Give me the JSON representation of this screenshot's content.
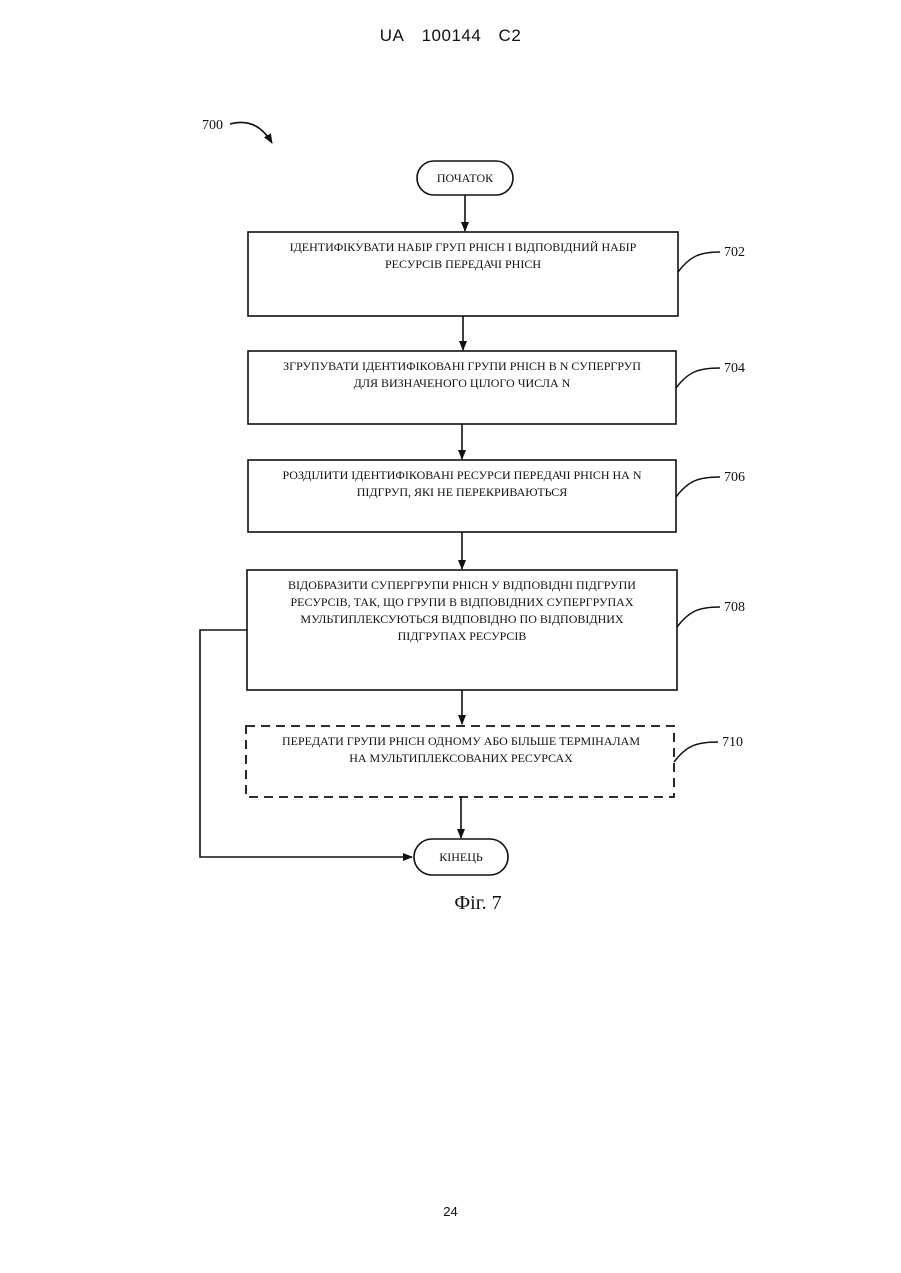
{
  "header": {
    "country": "UA",
    "number": "100144",
    "kind": "C2"
  },
  "diagram": {
    "figure_ref": "700",
    "start": "ПОЧАТОК",
    "end": "КІНЕЦЬ",
    "steps": [
      {
        "ref": "702",
        "lines": [
          "ІДЕНТИФІКУВАТИ НАБІР ГРУП PHICH І ВІДПОВІДНИЙ НАБІР",
          "РЕСУРСІВ ПЕРЕДАЧІ PHICH"
        ]
      },
      {
        "ref": "704",
        "lines": [
          "ЗГРУПУВАТИ ІДЕНТИФІКОВАНІ ГРУПИ PHICH В N СУПЕРГРУП",
          "ДЛЯ ВИЗНАЧЕНОГО ЦІЛОГО ЧИСЛА N"
        ]
      },
      {
        "ref": "706",
        "lines": [
          "РОЗДІЛИТИ ІДЕНТИФІКОВАНІ РЕСУРСИ ПЕРЕДАЧІ PHICH НА N",
          "ПІДГРУП, ЯКІ НЕ ПЕРЕКРИВАЮТЬСЯ"
        ]
      },
      {
        "ref": "708",
        "lines": [
          "ВІДОБРАЗИТИ СУПЕРГРУПИ PHICH У ВІДПОВІДНІ ПІДГРУПИ",
          "РЕСУРСІВ, ТАК, ЩО ГРУПИ В ВІДПОВІДНИХ СУПЕРГРУПАХ",
          "МУЛЬТИПЛЕКСУЮТЬСЯ ВІДПОВІДНО ПО ВІДПОВІДНИХ",
          "ПІДГРУПАХ РЕСУРСІВ"
        ]
      },
      {
        "ref": "710",
        "lines": [
          "ПЕРЕДАТИ ГРУПИ PHICH ОДНОМУ АБО БІЛЬШЕ ТЕРМІНАЛАМ",
          "НА МУЛЬТИПЛЕКСОВАНИХ РЕСУРСАХ"
        ],
        "optional": true
      }
    ],
    "caption": "Фіг. 7"
  },
  "page": {
    "number": "24"
  }
}
